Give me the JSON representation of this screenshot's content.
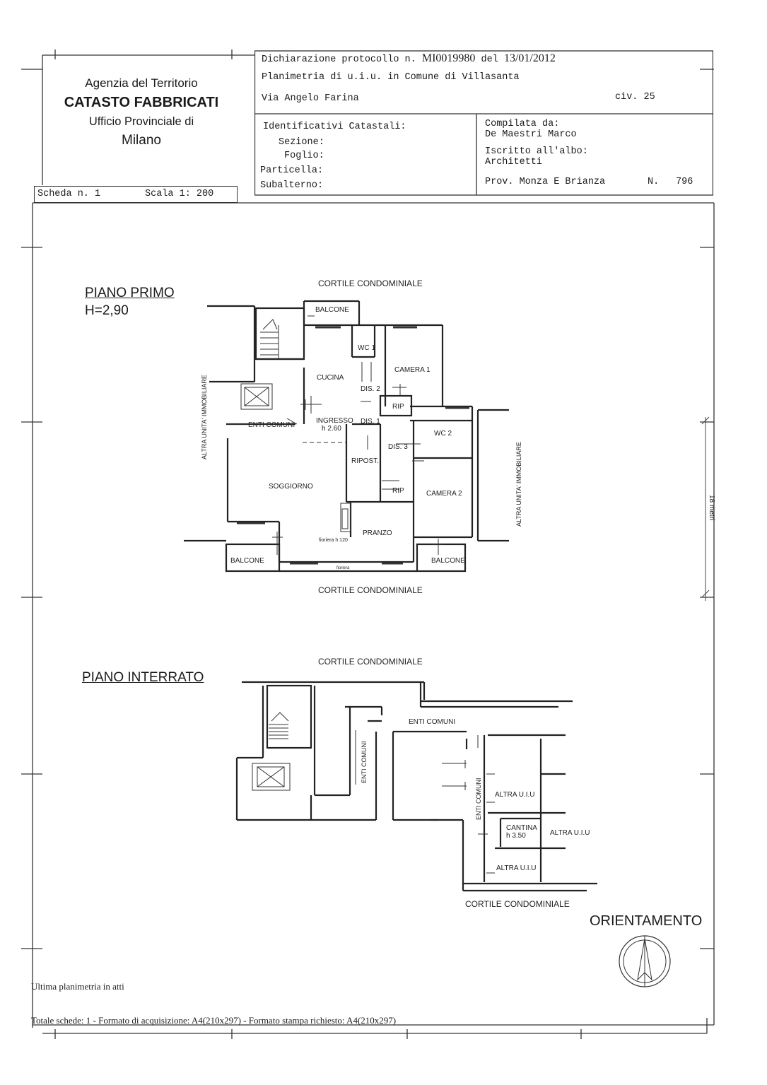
{
  "header": {
    "agency": "Agenzia del Territorio",
    "office": "CATASTO FABBRICATI",
    "provincial": "Ufficio Provinciale di",
    "city": "Milano",
    "scheda": "Scheda n. 1",
    "scala": "Scala 1: 200",
    "declaration_prefix": "Dichiarazione protocollo n.",
    "protocol": "MI0019980",
    "date_prefix": "del",
    "date": "13/01/2012",
    "planimetria": "Planimetria di u.i.u. in Comune di Villasanta",
    "address": "Via Angelo Farina",
    "civ": "civ. 25",
    "ident_title": "Identificativi Catastali:",
    "sezione": "Sezione:",
    "foglio": "Foglio:",
    "particella": "Particella:",
    "subalterno": "Subalterno:",
    "compilata_label": "Compilata da:",
    "compilata_name": "De Maestri Marco",
    "iscritto_label": "Iscritto all'albo:",
    "iscritto_value": "Architetti",
    "prov": "Prov. Monza E Brianza",
    "n_label": "N.",
    "n_value": "796"
  },
  "plan_primo": {
    "title": "PIANO PRIMO",
    "height": "H=2,90",
    "labels": {
      "cortile_top": "CORTILE CONDOMINIALE",
      "cortile_bottom": "CORTILE CONDOMINIALE",
      "balcone_top": "BALCONE",
      "wc1": "WC 1",
      "camera1": "CAMERA 1",
      "cucina": "CUCINA",
      "dis2": "DIS. 2",
      "rip1": "RIP",
      "ingresso": "INGRESSO",
      "ingresso_h": "h 2.60",
      "dis1": "DIS. 1",
      "enti_comuni": "ENTI COMUNI",
      "wc2": "WC 2",
      "dis3": "DIS. 3",
      "ripost": "RIPOST.",
      "soggiorno": "SOGGIORNO",
      "rip2": "RIP",
      "camera2": "CAMERA 2",
      "pranzo": "PRANZO",
      "fioriera": "fioriera h 120",
      "fioriera2": "fioriera",
      "balcone_left": "BALCONE",
      "balcone_right": "BALCONE",
      "altra_left": "ALTRA UNITA' IMMOBILIARE",
      "altra_right": "ALTRA UNITA' IMMOBILIARE"
    }
  },
  "plan_interrato": {
    "title": "PIANO INTERRATO",
    "labels": {
      "cortile_top": "CORTILE CONDOMINIALE",
      "cortile_bottom": "CORTILE CONDOMINIALE",
      "enti_top": "ENTI COMUNI",
      "enti_v1": "ENTI COMUNI",
      "enti_v2": "ENTI COMUNI",
      "altra1": "ALTRA U.I.U",
      "cantina": "CANTINA",
      "cantina_h": "h 3.50",
      "altra2": "ALTRA U.I.U",
      "altra3": "ALTRA U.I.U"
    }
  },
  "orientamento": "ORIENTAMENTO",
  "side_mark": "18 metri",
  "footer": {
    "ultima": "Ultima planimetria in atti",
    "totale": "Totale schede: 1 - Formato di acquisizione: A4(210x297)  - Formato stampa richiesto: A4(210x297)"
  }
}
